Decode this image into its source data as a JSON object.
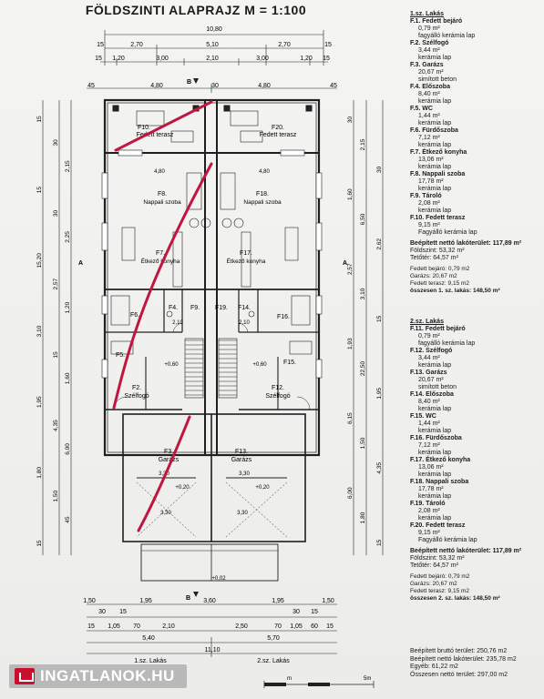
{
  "title": "FÖLDSZINTI ALAPRAJZ M = 1:100",
  "logo_text": "INGATLANOK.HU",
  "scale_bar": {
    "m_label": "m",
    "five_label": "5m"
  },
  "top_dims": {
    "overall": "10,80",
    "row2": [
      "15",
      "2,70",
      "5,10",
      "2,70",
      "15"
    ],
    "row3": [
      "15",
      "1,20",
      "3,00",
      "2,10",
      "3,00",
      "1,20",
      "15"
    ],
    "row4": [
      "45",
      "4,80",
      "30",
      "4,80",
      "45"
    ]
  },
  "bottom_dims": {
    "row1": [
      "1,50",
      "1,95",
      "3,60",
      "1,95",
      "1,50"
    ],
    "row1b": [
      "30",
      "15",
      "30",
      "15"
    ],
    "row2": [
      "15",
      "1,05",
      "70",
      "2,10",
      "2,50",
      "70",
      "1,05",
      "60",
      "15"
    ],
    "row3": [
      "5,40",
      "5,70"
    ],
    "overall": "11,10",
    "units": [
      "1.sz. Lakás",
      "2.sz. Lakás"
    ]
  },
  "left_dims": [
    "15",
    "30",
    "2,15",
    "15",
    "30",
    "2,25",
    "15,20",
    "2,57",
    "1,20",
    "3,10",
    "15",
    "1,60",
    "1,95",
    "4,35",
    "6,00",
    "1,80",
    "1,50",
    "45",
    "15"
  ],
  "right_dims": [
    "30",
    "2,15",
    "30",
    "1,60",
    "6,50",
    "2,62",
    "2,57",
    "3,10",
    "15",
    "1,93",
    "22,50",
    "1,95",
    "6,15",
    "1,50",
    "4,35",
    "6,00",
    "1,80",
    "15"
  ],
  "rooms": [
    {
      "code": "F10.",
      "name": "Fedett terasz"
    },
    {
      "code": "F20.",
      "name": "Fedett terasz"
    },
    {
      "code": "F8.",
      "name": "Nappali szoba"
    },
    {
      "code": "F18.",
      "name": "Nappali szoba"
    },
    {
      "code": "F7.",
      "name": "Étkező konyha"
    },
    {
      "code": "F17.",
      "name": "Étkező konyha"
    },
    {
      "code": "F4.",
      "name": ""
    },
    {
      "code": "F9.",
      "name": ""
    },
    {
      "code": "F19.",
      "name": ""
    },
    {
      "code": "F14.",
      "name": ""
    },
    {
      "code": "F6.",
      "name": ""
    },
    {
      "code": "F16.",
      "name": ""
    },
    {
      "code": "F5.",
      "name": ""
    },
    {
      "code": "F15.",
      "name": ""
    },
    {
      "code": "F2.",
      "name": "Szélfogó"
    },
    {
      "code": "F12.",
      "name": "Szélfogó"
    },
    {
      "code": "F3.",
      "name": "Garázs"
    },
    {
      "code": "F13.",
      "name": "Garázs"
    }
  ],
  "plan_marks": {
    "win": [
      "2,10",
      "2,10"
    ],
    "dim_480": [
      "4,80",
      "4,80"
    ],
    "dim_330": [
      "3,30",
      "3,30",
      "3,30",
      "3,30"
    ],
    "elev": [
      "+0,60",
      "+0,60",
      "+0,20",
      "+0,20",
      "+0,02"
    ],
    "section": [
      "B",
      "B",
      "A",
      "A"
    ]
  },
  "legend1": {
    "header": "1.sz. Lakás",
    "rooms": [
      {
        "code": "F.1.",
        "name": "Fedett bejáró",
        "area": "0,79 m²",
        "finish": "fagyálló kerámia lap"
      },
      {
        "code": "F.2.",
        "name": "Szélfogó",
        "area": "3,44 m²",
        "finish": "kerámia lap"
      },
      {
        "code": "F.3.",
        "name": "Garázs",
        "area": "20,67 m²",
        "finish": "simított beton"
      },
      {
        "code": "F.4.",
        "name": "Előszoba",
        "area": "8,40 m²",
        "finish": "kerámia lap"
      },
      {
        "code": "F.5.",
        "name": "WC",
        "area": "1,44 m²",
        "finish": "kerámia lap"
      },
      {
        "code": "F.6.",
        "name": "Fürdőszoba",
        "area": "7,12 m²",
        "finish": "kerámia lap"
      },
      {
        "code": "F.7.",
        "name": "Étkező konyha",
        "area": "13,06 m²",
        "finish": "kerámia lap"
      },
      {
        "code": "F.8.",
        "name": "Nappali szoba",
        "area": "17,78 m²",
        "finish": "kerámia lap"
      },
      {
        "code": "F.9.",
        "name": "Tároló",
        "area": "2,08 m²",
        "finish": "kerámia lap"
      },
      {
        "code": "F.10.",
        "name": "Fedett terasz",
        "area": "9,15 m²",
        "finish": "Fagyálló kerámia lap"
      }
    ],
    "totals": [
      "Beépített nettó lakóterület: 117,89 m²",
      "Földszint: 53,32 m²",
      "Tetőtér: 64,57 m²"
    ],
    "extra": [
      "Fedett bejáró: 0,79 m2",
      "Garázs: 20,67 m2",
      "Fedett terasz: 9,15 m2",
      "összesen 1. sz. lakás: 148,50 m²"
    ]
  },
  "legend2": {
    "header": "2.sz. Lakás",
    "rooms": [
      {
        "code": "F.11.",
        "name": "Fedett bejáró",
        "area": "0,79 m²",
        "finish": "fagyálló kerámia lap"
      },
      {
        "code": "F.12.",
        "name": "Szélfogó",
        "area": "3,44 m²",
        "finish": "kerámia lap"
      },
      {
        "code": "F.13.",
        "name": "Garázs",
        "area": "20,67 m²",
        "finish": "simított beton"
      },
      {
        "code": "F.14.",
        "name": "Előszoba",
        "area": "8,40 m²",
        "finish": "kerámia lap"
      },
      {
        "code": "F.15.",
        "name": "WC",
        "area": "1,44 m²",
        "finish": "kerámia lap"
      },
      {
        "code": "F.16.",
        "name": "Fürdőszoba",
        "area": "7,12 m²",
        "finish": "kerámia lap"
      },
      {
        "code": "F.17.",
        "name": "Étkező konyha",
        "area": "13,06 m²",
        "finish": "kerámia lap"
      },
      {
        "code": "F.18.",
        "name": "Nappali szoba",
        "area": "17,78 m²",
        "finish": "kerámia lap"
      },
      {
        "code": "F.19.",
        "name": "Tároló",
        "area": "2,08 m²",
        "finish": "kerámia lap"
      },
      {
        "code": "F.20.",
        "name": "Fedett terasz",
        "area": "9,15 m²",
        "finish": "Fagyálló kerámia lap"
      }
    ],
    "totals": [
      "Beépített nettó lakóterület: 117,89 m²",
      "Földszint: 53,32 m²",
      "Tetőtér: 64,57 m²"
    ],
    "extra": [
      "Fedett bejáró: 0,79 m2",
      "Garázs: 20,67 m2",
      "Fedett terasz: 9,15 m2",
      "összesen 2. sz. lakás: 148,50 m²"
    ]
  },
  "summary": [
    "Beépített bruttó terület: 250,76 m2",
    "Beépített nettó lakóterület: 235,78 m2",
    "Egyéb: 61,22 m2",
    "Összesen nettó terület: 297,00 m2"
  ],
  "colors": {
    "wall": "#222222",
    "annotation": "#c0163f",
    "logo_bg": "#b9b9b9",
    "logo_mark": "#c8102e"
  }
}
